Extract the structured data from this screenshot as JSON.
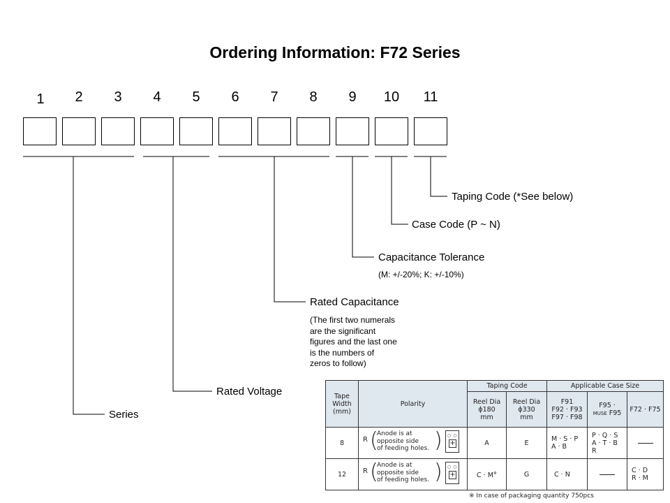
{
  "title": "Ordering Information: F72 Series",
  "positions": [
    "1",
    "2",
    "3",
    "4",
    "5",
    "6",
    "7",
    "8",
    "9",
    "10",
    "11"
  ],
  "fields": {
    "taping_code": "Taping Code (*See below)",
    "case_code": "Case Code (P ~ N)",
    "capacitance_tolerance": "Capacitance Tolerance",
    "capacitance_tolerance_note": "(M: +/-20%; K: +/-10%)",
    "rated_capacitance": "Rated Capacitance",
    "rated_capacitance_note": [
      "(The first two numerals",
      "are the significant",
      "figures and the last one",
      "is the  numbers of",
      "zeros to follow)"
    ],
    "rated_voltage": "Rated Voltage",
    "series": "Series"
  },
  "taping_table": {
    "headers": {
      "tape_width": [
        "Tape",
        "Width",
        "(mm)"
      ],
      "polarity": "Polarity",
      "taping_code": "Taping Code",
      "applicable_case_size": "Applicable Case Size",
      "reel_180": [
        "Reel Dia",
        "ϕ180",
        "mm"
      ],
      "reel_330": [
        "Reel Dia",
        "ϕ330",
        "mm"
      ],
      "case_f91": [
        "F91",
        "F92 · F93",
        "F97 · F98"
      ],
      "case_f95_a": "F95 ·",
      "case_f95_b": "MUSE",
      "case_f95_c": "F95",
      "case_f72": "F72 · F75"
    },
    "rows": [
      {
        "width": "8",
        "polarity_r": "R",
        "polarity_text": [
          "Anode is at",
          "opposite side",
          "of feeding holes."
        ],
        "reel_180": "A",
        "reel_330": "E",
        "case_f91": [
          "M · S · P",
          "A · B"
        ],
        "case_f95": [
          "P · Q · S",
          "A · T · B",
          "R"
        ],
        "case_f72": []
      },
      {
        "width": "12",
        "polarity_r": "R",
        "polarity_text": [
          "Anode is at",
          "opposite side",
          "of feeding holes."
        ],
        "reel_180": "C · M",
        "reel_180_mark": "※",
        "reel_330": "G",
        "case_f91": [
          "C · N"
        ],
        "case_f95": [],
        "case_f72": [
          "C · D",
          "R · M"
        ]
      }
    ],
    "footnote_mark": "※",
    "footnote": "In case of packaging quantity 750pcs"
  }
}
